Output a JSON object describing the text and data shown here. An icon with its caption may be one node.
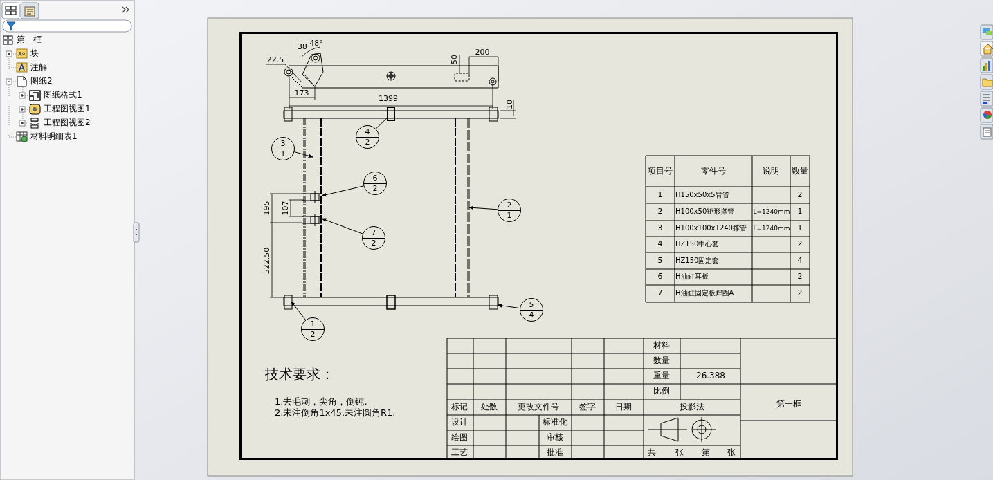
{
  "diagram": {
    "nodes": [
      {
        "text": [
          "4",
          "2"
        ]
      },
      {
        "text": [
          "3",
          "1"
        ]
      },
      {
        "text": [
          "6",
          "2"
        ]
      },
      {
        "text": [
          "2",
          "1"
        ]
      },
      {
        "text": [
          "7",
          "2"
        ]
      },
      {
        "text": [
          "5",
          "4"
        ]
      },
      {
        "text": [
          "1",
          "2"
        ]
      },
      {
        "text": [],
        "shape": "box"
      }
    ],
    "edges": [
      {
        "from": 0,
        "to": 7,
        "arrow": "none"
      },
      {
        "from": 1,
        "to": null,
        "arrow": "to"
      },
      {
        "from": 2,
        "to": null,
        "arrow": "to"
      },
      {
        "from": 3,
        "to": null,
        "arrow": "to"
      },
      {
        "from": 4,
        "to": null,
        "arrow": "to"
      },
      {
        "from": 5,
        "to": null,
        "arrow": "to"
      },
      {
        "from": 6,
        "to": null,
        "arrow": "to"
      }
    ],
    "labels": [
      "第一框",
      "块",
      "注解",
      "图纸2",
      "图纸格式1",
      "工程图视图1",
      "工程图视图2",
      "材料明细表1",
      "38",
      "48°",
      "22.5",
      "200",
      "50",
      "173",
      "1399",
      "10",
      "195",
      "107",
      "522.50",
      "项目号",
      "零件号",
      "说明",
      "数量",
      "1",
      "H150x50x5臂管",
      "2",
      "2",
      "H100x50矩形撑管",
      "L=1240mm",
      "1",
      "3",
      "H100x100x1240撑管",
      "L=1240mm",
      "1",
      "4",
      "HZ150中心套",
      "2",
      "5",
      "HZ150固定套",
      "4",
      "6",
      "H油缸耳板",
      "2",
      "7",
      "H油缸固定板焊圈A",
      "2",
      "技术要求：",
      "1.去毛刺，尖角，倒钝.",
      "2.未注倒角1x45.未注圆角R1.",
      "材料",
      "数量",
      "重量",
      "26.388",
      "比例",
      "标记",
      "处数",
      "更改文件号",
      "签字",
      "日期",
      "投影法",
      "第一框",
      "设计",
      "标准化",
      "绘图",
      "审核",
      "工艺",
      "批准",
      "共",
      "张",
      "第",
      "张"
    ]
  }
}
